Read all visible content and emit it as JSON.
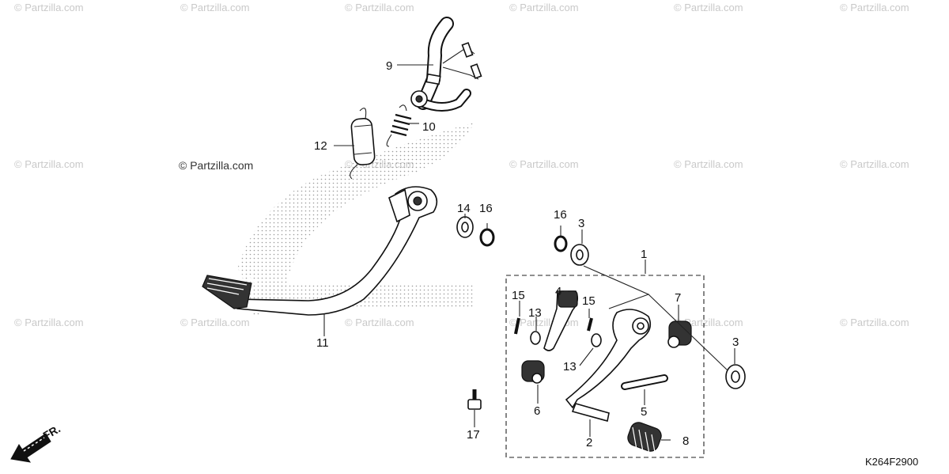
{
  "watermark": {
    "text": "© Partzilla.com",
    "featured_text": "© Partzilla.com"
  },
  "callouts": [
    "1",
    "2",
    "3",
    "3",
    "4",
    "5",
    "6",
    "7",
    "8",
    "9",
    "10",
    "11",
    "12",
    "13",
    "13",
    "14",
    "15",
    "15",
    "16",
    "16",
    "17"
  ],
  "front_indicator": "FR.",
  "diagram_code": "K264F2900",
  "colors": {
    "ink": "#111111",
    "watermark": "#c9c9c9",
    "background": "#ffffff",
    "dotted_logo": "#9a9a9a"
  },
  "icons": {
    "front_arrow": "arrow-left-down-icon"
  }
}
